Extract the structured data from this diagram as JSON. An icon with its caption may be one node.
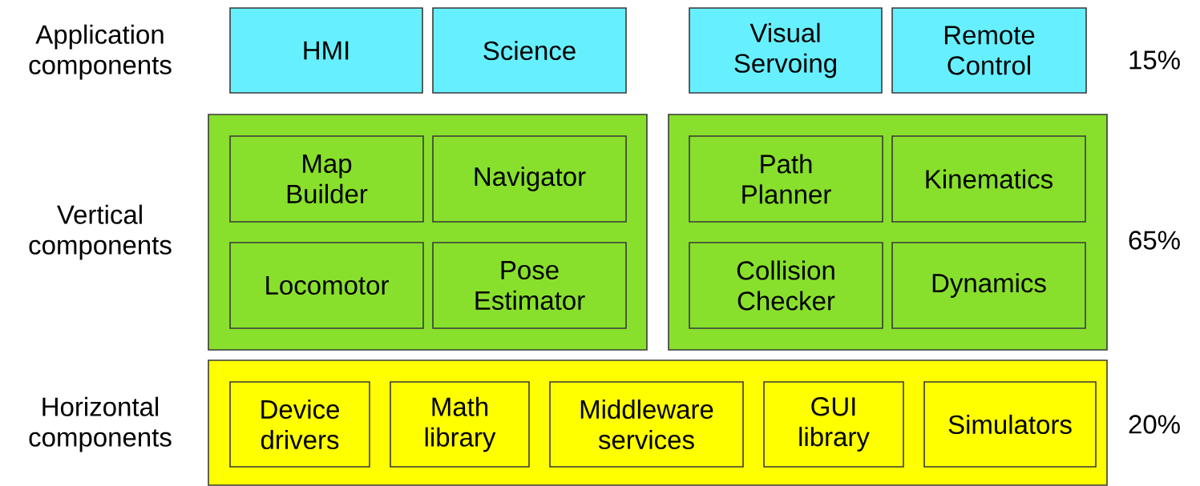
{
  "diagram": {
    "nodes": [
      {
        "text": [
          "HMI"
        ]
      },
      {
        "text": [
          "Science"
        ]
      },
      {
        "text": [
          "Visual Servoing"
        ]
      },
      {
        "text": [
          "Remote Control"
        ]
      },
      {
        "text": [],
        "shape": "box"
      },
      {
        "text": [
          "Map Builder"
        ],
        "in": 4
      },
      {
        "text": [
          "Navigator"
        ],
        "in": 4
      },
      {
        "text": [
          "Locomotor"
        ],
        "in": 4
      },
      {
        "text": [
          "Pose Estimator"
        ],
        "in": 4
      },
      {
        "text": [],
        "shape": "box"
      },
      {
        "text": [
          "Path Planner"
        ],
        "in": 9
      },
      {
        "text": [
          "Kinematics"
        ],
        "in": 9
      },
      {
        "text": [
          "Collision Checker"
        ],
        "in": 9
      },
      {
        "text": [
          "Dynamics"
        ],
        "in": 9
      },
      {
        "text": [],
        "shape": "box"
      },
      {
        "text": [
          "Device drivers"
        ],
        "in": 14
      },
      {
        "text": [
          "Math library"
        ],
        "in": 14
      },
      {
        "text": [
          "Middleware services"
        ],
        "in": 14
      },
      {
        "text": [
          "GUI library"
        ],
        "in": 14
      },
      {
        "text": [
          "Simulators"
        ],
        "in": 14
      }
    ],
    "labels": [
      "Application components",
      "15%",
      "Vertical components",
      "65%",
      "Horizontal components",
      "20%"
    ]
  }
}
